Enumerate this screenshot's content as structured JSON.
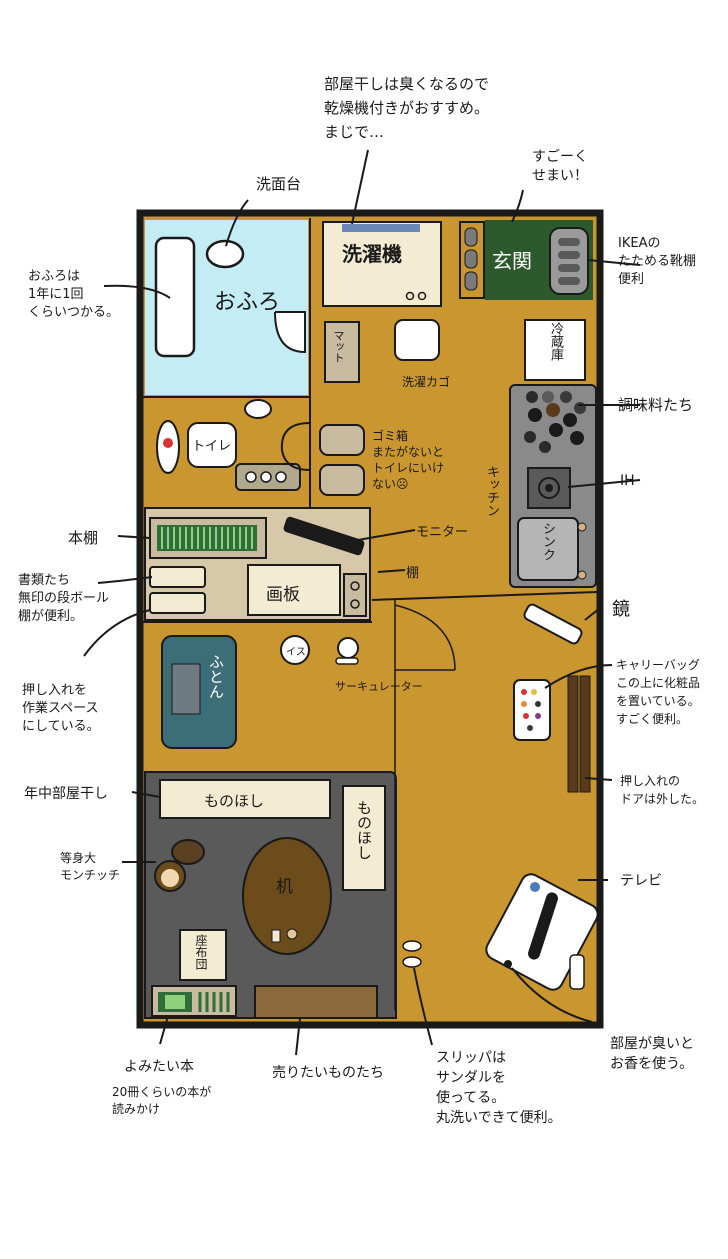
{
  "notes": {
    "dryer": "部屋干しは臭くなるので\n乾燥機付きがおすすめ。\nまじで…",
    "narrow": "すごーく\nせまい！",
    "sink": "洗面台",
    "ikea": "IKEAの\nたためる靴棚\n便利",
    "bath": "おふろは\n1年に1回\nくらいつかる。",
    "spices": "調味料たち",
    "ih": "IH",
    "bookshelf": "本棚",
    "papers": "書類たち\n無印の段ボール\n棚が便利。",
    "mirror": "鏡",
    "closet_work": "押し入れを\n作業スペース\nにしている。",
    "carrybag": "キャリーバッグ\nこの上に化粧品\nを置いている。\nすごく便利。",
    "closet_door": "押し入れの\nドアは外した。",
    "yearround": "年中部屋干し",
    "mannequin": "等身大\nモンチッチ",
    "tv": "テレビ",
    "smell": "部屋が臭いと\nお香を使う。",
    "toread": "よみたい本",
    "toread_sub": "20冊くらいの本が\n読みかけ",
    "tosell": "売りたいものたち",
    "slippers": "スリッパは\nサンダルを\n使ってる。\n丸洗いできて便利。",
    "trash_note": "ゴミ箱\nまたがないと\nトイレにいけ\nない☹"
  },
  "labels": {
    "washer": "洗濯機",
    "entrance": "玄関",
    "bath": "おふろ",
    "mat": "マット",
    "basket": "洗濯カゴ",
    "fridge": "冷蔵庫",
    "toilet": "トイレ",
    "kitchen": "キッチン",
    "monitor": "モニター",
    "shelf": "棚",
    "pegboard": "画板",
    "sink": "シンク",
    "futon": "ふとん",
    "chair": "イス",
    "circulator": "サーキュレーター",
    "hanger_h": "ものほし",
    "hanger_v": "ものほし",
    "desk": "机",
    "cushion": "座布団"
  },
  "colors": {
    "wall": "#1a1a1a",
    "floor": "#c9962f",
    "bath": "#c3ecf4",
    "entrance": "#2d5a2d",
    "rug": "#5a5a5a",
    "desk": "#6b4c1a",
    "futon": "#3c6e78",
    "appliance": "#8a8a8a",
    "closet": "#d6c8a8",
    "paper": "#f3ecd2"
  }
}
